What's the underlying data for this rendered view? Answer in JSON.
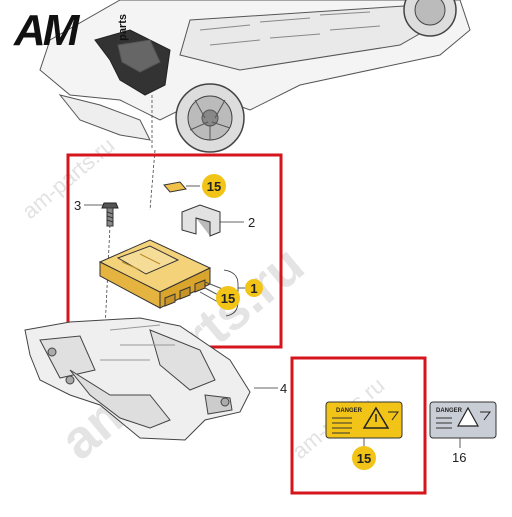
{
  "logo": {
    "brand": "AM",
    "sub": "parts"
  },
  "watermarks": {
    "main": "am-parts.ru",
    "small1": "am-parts.ru",
    "small2": "am-parts.ru"
  },
  "callouts": [
    {
      "id": "c1",
      "number": "1",
      "highlight": true
    },
    {
      "id": "c2",
      "number": "2",
      "highlight": false
    },
    {
      "id": "c3",
      "number": "3",
      "highlight": false
    },
    {
      "id": "c4",
      "number": "4",
      "highlight": false
    },
    {
      "id": "c15a",
      "number": "15",
      "highlight": true
    },
    {
      "id": "c15b",
      "number": "15",
      "highlight": true
    },
    {
      "id": "c15c",
      "number": "15",
      "highlight": true
    },
    {
      "id": "c16",
      "number": "16",
      "highlight": false
    }
  ],
  "labels": {
    "danger": {
      "title": "DANGER"
    },
    "second": {
      "title": "DANGER"
    }
  },
  "colors": {
    "highlight_box": "#d6141c",
    "badge": "#f2c418",
    "part": "#f0c24c",
    "line": "#333333",
    "label_yellow": "#f2c418",
    "label_grey": "#c9ced6"
  }
}
